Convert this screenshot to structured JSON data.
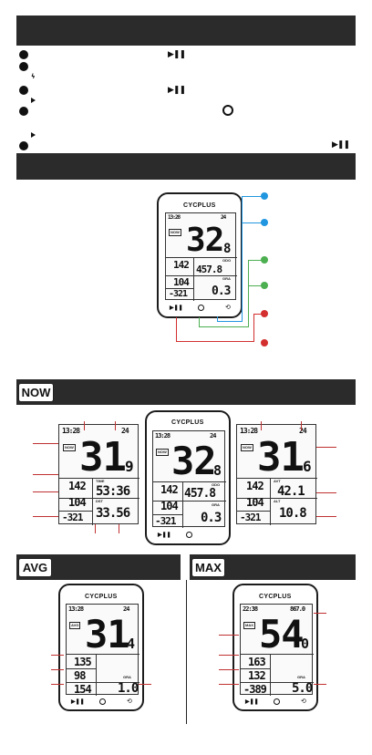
{
  "sections": {
    "now_tag": "NOW",
    "avg_tag": "AVG",
    "max_tag": "MAX"
  },
  "device": {
    "brand": "CYCPLUS"
  },
  "center_screen": {
    "clock": "13:28",
    "battery": "24",
    "speed_main": "32",
    "speed_dec": "8",
    "now_badge": "NOW",
    "hr": "142",
    "odo_label": "ODO",
    "odo_value": "457.8",
    "cad": "104",
    "gra_label": "GRA",
    "alt": "-321",
    "gra_value": "0.3"
  },
  "now_left": {
    "clock": "13:28",
    "battery": "24",
    "speed_main": "31",
    "speed_dec": "9",
    "now_badge": "NOW",
    "hr": "142",
    "time_label": "TIME",
    "time_value": "53:36",
    "cad": "104",
    "dst_label": "DST",
    "alt": "-321",
    "dst_value": "33.56"
  },
  "now_right": {
    "clock": "13:28",
    "battery": "24",
    "speed_main": "31",
    "speed_dec": "6",
    "now_badge": "NOW",
    "hr": "142",
    "avt_label": "AVT",
    "avt_value": "42.1",
    "cad": "104",
    "alt_label": "ALT",
    "alt": "-321",
    "alt_value": "10.8"
  },
  "avg_screen": {
    "clock": "13:28",
    "battery": "24",
    "speed_main": "31",
    "speed_dec": "4",
    "badge": "AVG",
    "hr": "135",
    "cad": "98",
    "gra_label": "GRA",
    "alt": "154",
    "gra_value": "1.0"
  },
  "max_screen": {
    "clock": "22:38",
    "battery": "867.0",
    "speed_main": "54",
    "speed_dec": "0",
    "badge": "MAX",
    "hr": "163",
    "cad": "132",
    "gra_label": "GRA",
    "alt": "-389",
    "gra_value": "5.0"
  },
  "colors": {
    "band": "#2b2b2b",
    "blue": "#2196e0",
    "green": "#4caf50",
    "red": "#d32f2f"
  }
}
